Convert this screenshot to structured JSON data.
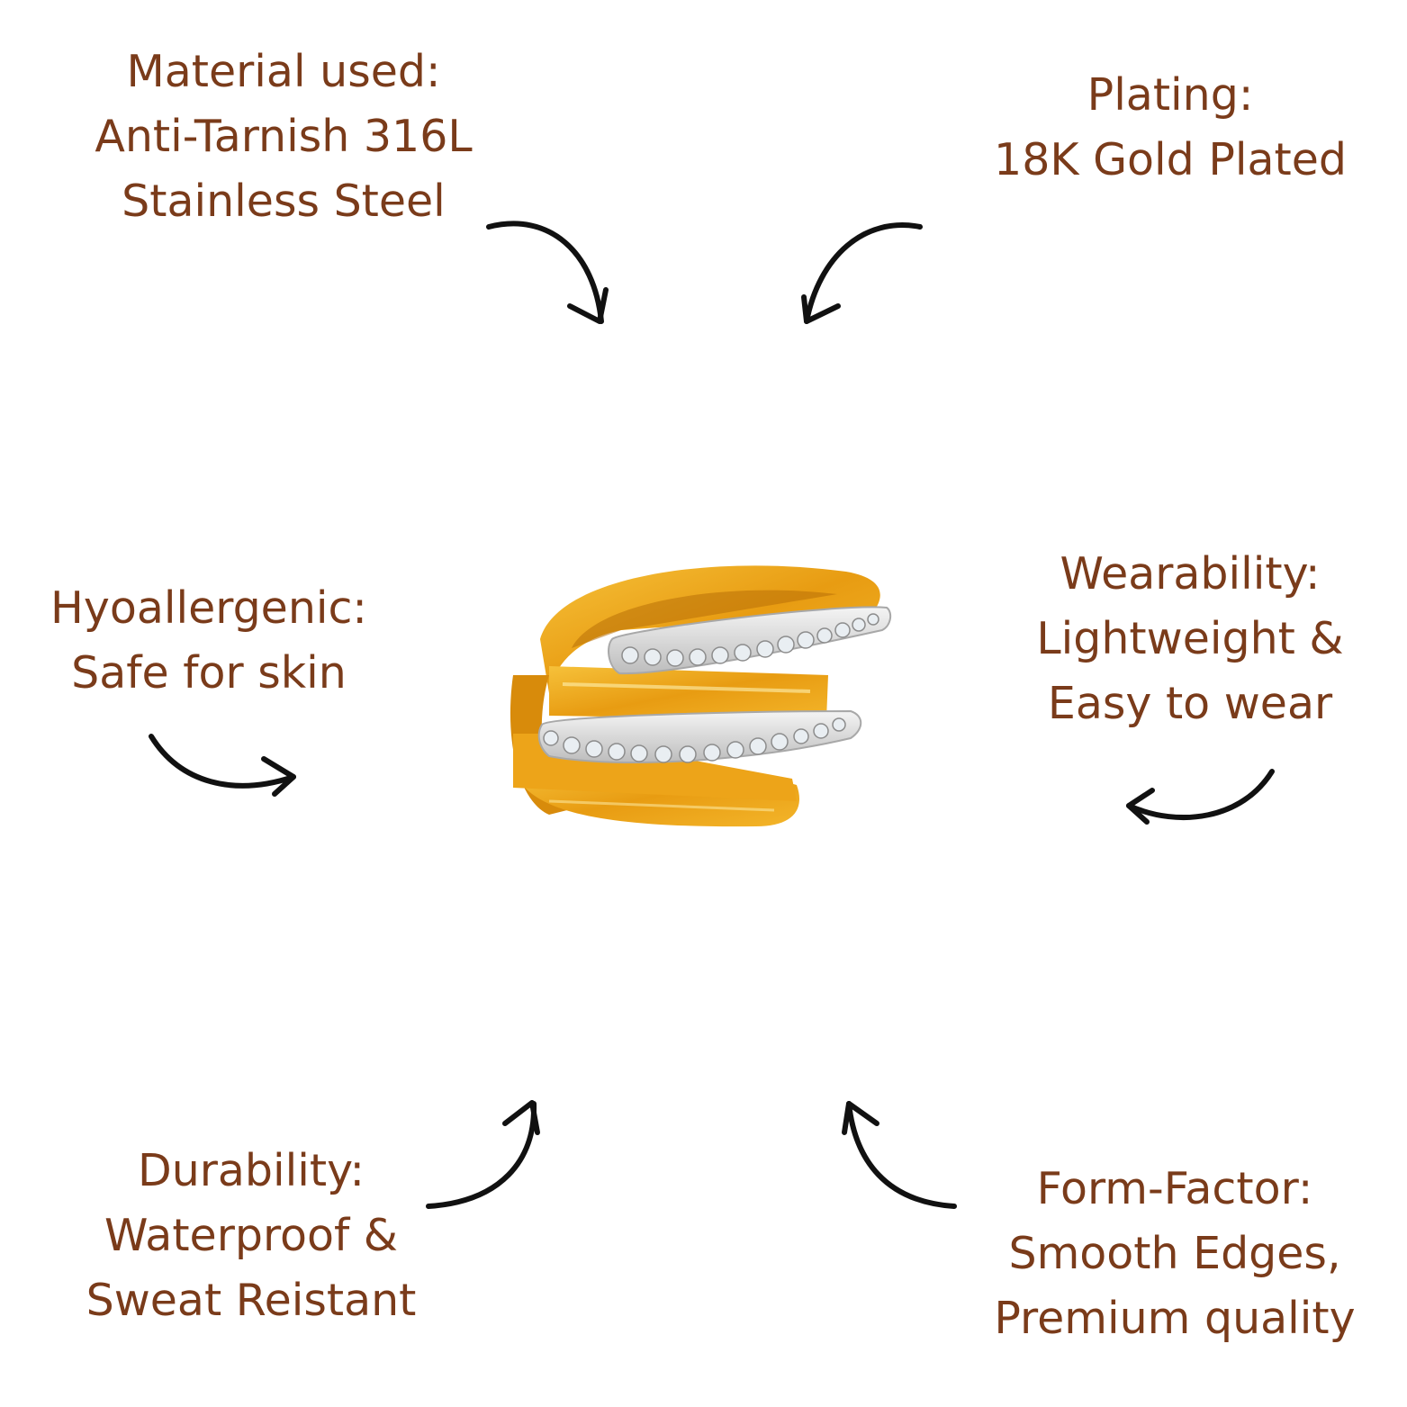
{
  "features": {
    "material": {
      "lines": [
        "Material used:",
        "Anti-Tarnish 316L",
        "Stainless Steel"
      ]
    },
    "plating": {
      "lines": [
        "Plating:",
        "18K Gold Plated"
      ]
    },
    "hypo": {
      "lines": [
        "Hyoallergenic:",
        "Safe for skin"
      ]
    },
    "wear": {
      "lines": [
        "Wearability:",
        "Lightweight &",
        "Easy to wear"
      ]
    },
    "dura": {
      "lines": [
        "Durability:",
        "Waterproof &",
        "Sweat Reistant"
      ]
    },
    "form": {
      "lines": [
        "Form-Factor:",
        "Smooth Edges,",
        "Premium quality"
      ]
    }
  },
  "product": {
    "image": "gold-ring-with-crystals"
  },
  "colors": {
    "text": "#7a3b1a",
    "arrow": "#111111",
    "gold": "#e8a21a",
    "background": "#ffffff"
  }
}
